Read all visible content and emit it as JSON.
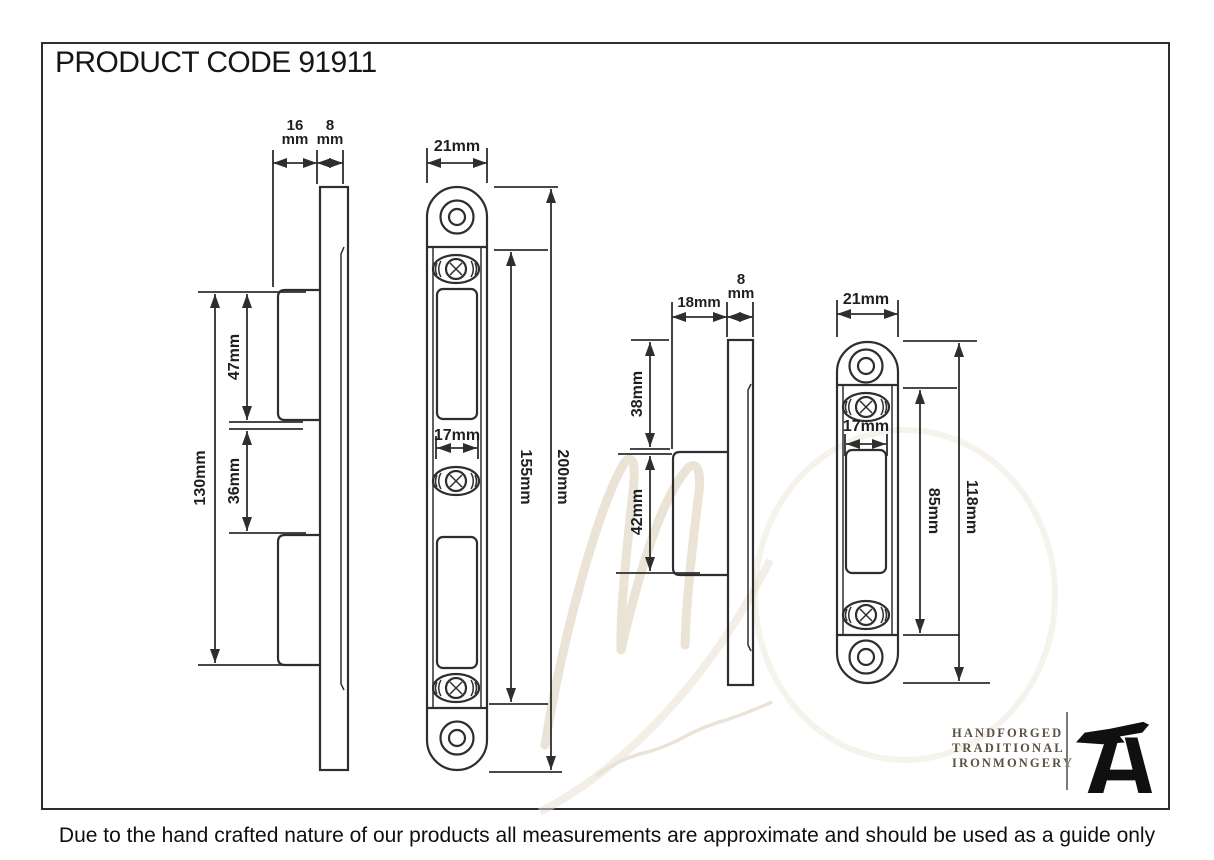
{
  "window": {
    "title": "PRODUCT CODE 91911"
  },
  "disclaimer": "Due to the hand crafted nature of our products all measurements are approximate and should be used as a guide only",
  "logo": {
    "lines": [
      "HANDFORGED",
      "TRADITIONAL",
      "IRONMONGERY"
    ],
    "icon": "anvil-icon"
  },
  "colors": {
    "line": "#2e2e2e",
    "dim_text": "#1f1f1f",
    "logo_text": "#5b5143",
    "anvil": "#101010",
    "watermark": "#e7dfcf"
  },
  "keep_large": {
    "side_view": {
      "depth_value": "16",
      "depth_unit": "mm",
      "plate_thickness_value": "8",
      "plate_thickness_unit": "mm",
      "boxes_span": "130mm",
      "top_box_height": "47mm",
      "boxes_gap": "36mm"
    },
    "front_view": {
      "plate_width": "21mm",
      "slot_width": "17mm",
      "plate_body_length": "155mm",
      "overall_length": "200mm"
    }
  },
  "keep_small": {
    "side_view": {
      "depth": "18mm",
      "plate_thickness_value": "8",
      "plate_thickness_unit": "mm",
      "top_offset": "38mm",
      "box_height": "42mm"
    },
    "front_view": {
      "plate_width": "21mm",
      "slot_width": "17mm",
      "plate_body_length": "85mm",
      "overall_length": "118mm"
    }
  }
}
